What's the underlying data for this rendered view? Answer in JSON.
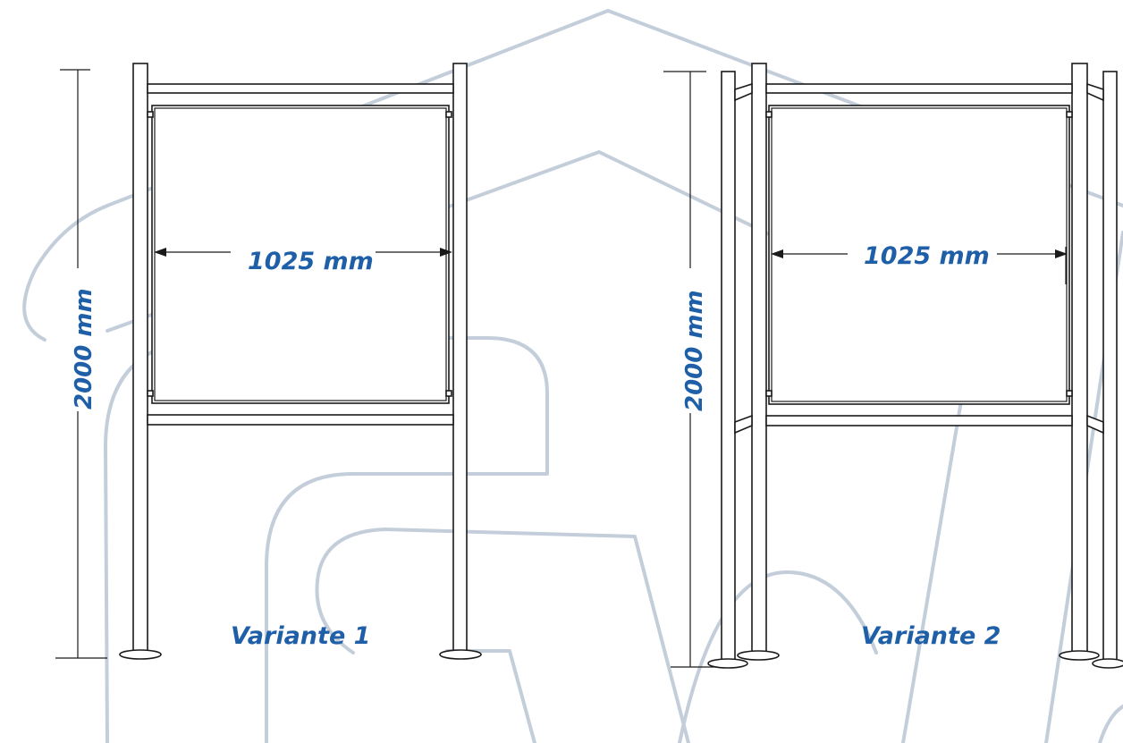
{
  "variant1": {
    "label": "Variante 1",
    "width_label": "1025 mm",
    "height_label": "2000 mm"
  },
  "variant2": {
    "label": "Variante 2",
    "width_label": "1025 mm",
    "height_label": "2000 mm"
  },
  "colors": {
    "label_text": "#1f5fa8",
    "drawing_lines": "#1a1a1a",
    "watermark": "#c3ceda"
  }
}
